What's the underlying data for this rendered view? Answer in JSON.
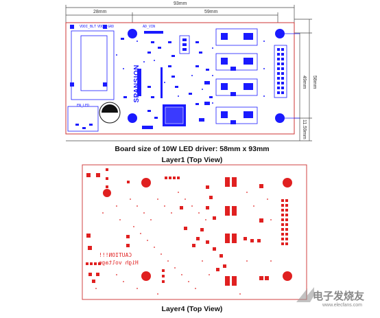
{
  "dimensions": {
    "width_total": "93mm",
    "left_segment": "28mm",
    "right_segment": "59mm",
    "height_inner": "49mm",
    "height_total": "58mm",
    "bottom_offset": "11.59mm"
  },
  "captions": {
    "board_size": "Board size of 10W LED driver: 58mm x 93mm",
    "layer1": "Layer1 (Top View)",
    "layer4": "Layer4 (Top View)"
  },
  "layer1_labels": {
    "spansion": "SPANSION",
    "top_left_a": "VDDI_BLT",
    "top_left_b": "VDDI_GRD",
    "top_mid": "AD_VIN",
    "lower_left": "EN_LED"
  },
  "layer4_labels": {
    "caution": "CAUTION!!!",
    "high_voltage": "High voltage"
  },
  "watermark": {
    "text": "电子发烧友",
    "url": "www.elecfans.com"
  },
  "colors": {
    "blue_trace": "#1a1aff",
    "red_trace": "#e02020",
    "board_outline": "#d04040"
  }
}
